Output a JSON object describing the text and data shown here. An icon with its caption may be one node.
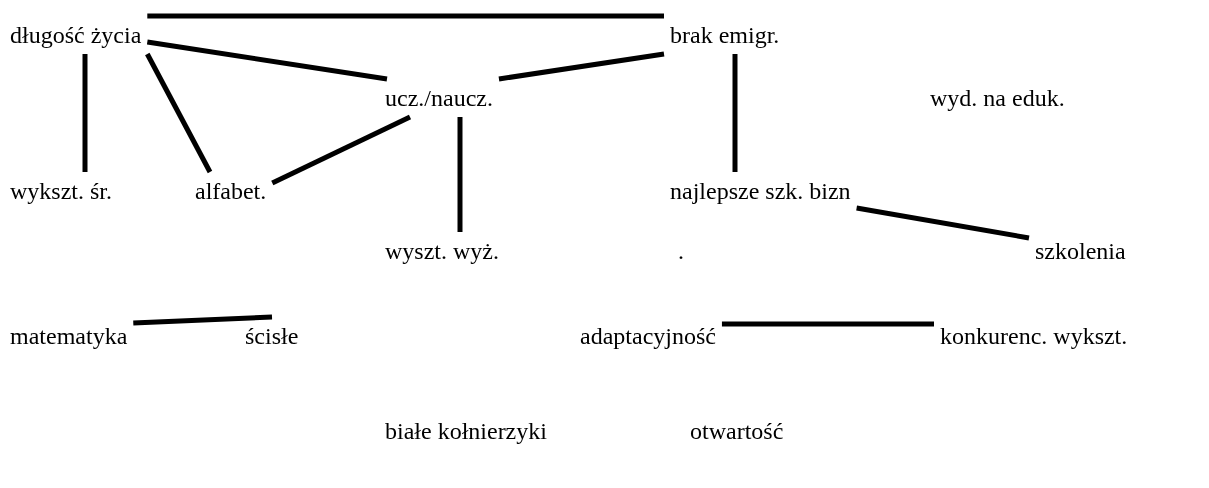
{
  "diagram": {
    "nodes": [
      {
        "text": [
          "długość życia"
        ]
      },
      {
        "text": [
          "brak emigr."
        ]
      },
      {
        "text": [
          "ucz./naucz."
        ]
      },
      {
        "text": [
          "wyd. na eduk."
        ]
      },
      {
        "text": [
          "wykszt. śr."
        ]
      },
      {
        "text": [
          "alfabet."
        ]
      },
      {
        "text": [
          "najlepsze szk. bizn"
        ]
      },
      {
        "text": [
          "wyszt. wyż."
        ]
      },
      {
        "text": [
          "szkolenia"
        ]
      },
      {
        "text": [
          "matematyka"
        ]
      },
      {
        "text": [
          "ścisłe"
        ]
      },
      {
        "text": [
          "adaptacyjność"
        ]
      },
      {
        "text": [
          "konkurenc. wykszt."
        ]
      },
      {
        "text": [
          "białe kołnierzyki"
        ]
      },
      {
        "text": [
          "otwartość"
        ]
      }
    ],
    "edges": [
      {
        "from": 0,
        "to": 1,
        "arrow": "none"
      },
      {
        "from": 0,
        "to": 2,
        "arrow": "none"
      },
      {
        "from": 1,
        "to": 2,
        "arrow": "none"
      },
      {
        "from": 0,
        "to": 4,
        "arrow": "none"
      },
      {
        "from": 0,
        "to": 5,
        "arrow": "none"
      },
      {
        "from": 2,
        "to": 5,
        "arrow": "none"
      },
      {
        "from": 2,
        "to": 7,
        "arrow": "none"
      },
      {
        "from": 1,
        "to": 6,
        "arrow": "none"
      },
      {
        "from": 6,
        "to": 8,
        "arrow": "none"
      },
      {
        "from": 9,
        "to": 10,
        "arrow": "none"
      },
      {
        "from": 11,
        "to": 12,
        "arrow": "none"
      }
    ],
    "labels": [
      "."
    ]
  }
}
